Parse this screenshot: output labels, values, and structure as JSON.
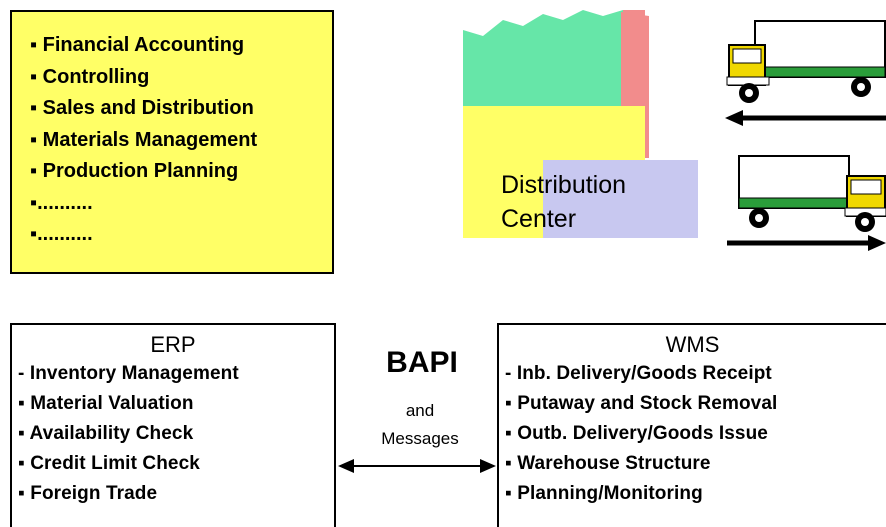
{
  "modules": {
    "items": [
      "Financial Accounting",
      "Controlling",
      "Sales and Distribution",
      "Materials Management",
      "Production Planning",
      "..........",
      ".........."
    ],
    "bullet": "▪"
  },
  "distribution_center": {
    "line1": "Distribution",
    "line2": "Center"
  },
  "erp": {
    "title": "ERP",
    "items": [
      "Inventory Management",
      "Material Valuation",
      "Availability Check",
      "Credit Limit Check",
      "Foreign Trade"
    ]
  },
  "bapi": {
    "title": "BAPI",
    "line1": "and",
    "line2": "Messages"
  },
  "wms": {
    "title": "WMS",
    "items": [
      "Inb. Delivery/Goods Receipt",
      "Putaway and Stock Removal",
      "Outb. Delivery/Goods Issue",
      "Warehouse Structure",
      "Planning/Monitoring"
    ]
  },
  "colors": {
    "yellow": "#ffff66",
    "green": "#66e6a8",
    "red": "#f28c8c",
    "lavender": "#c8c8f0",
    "truck_yellow": "#f0d800",
    "truck_green": "#2a9d3a"
  }
}
